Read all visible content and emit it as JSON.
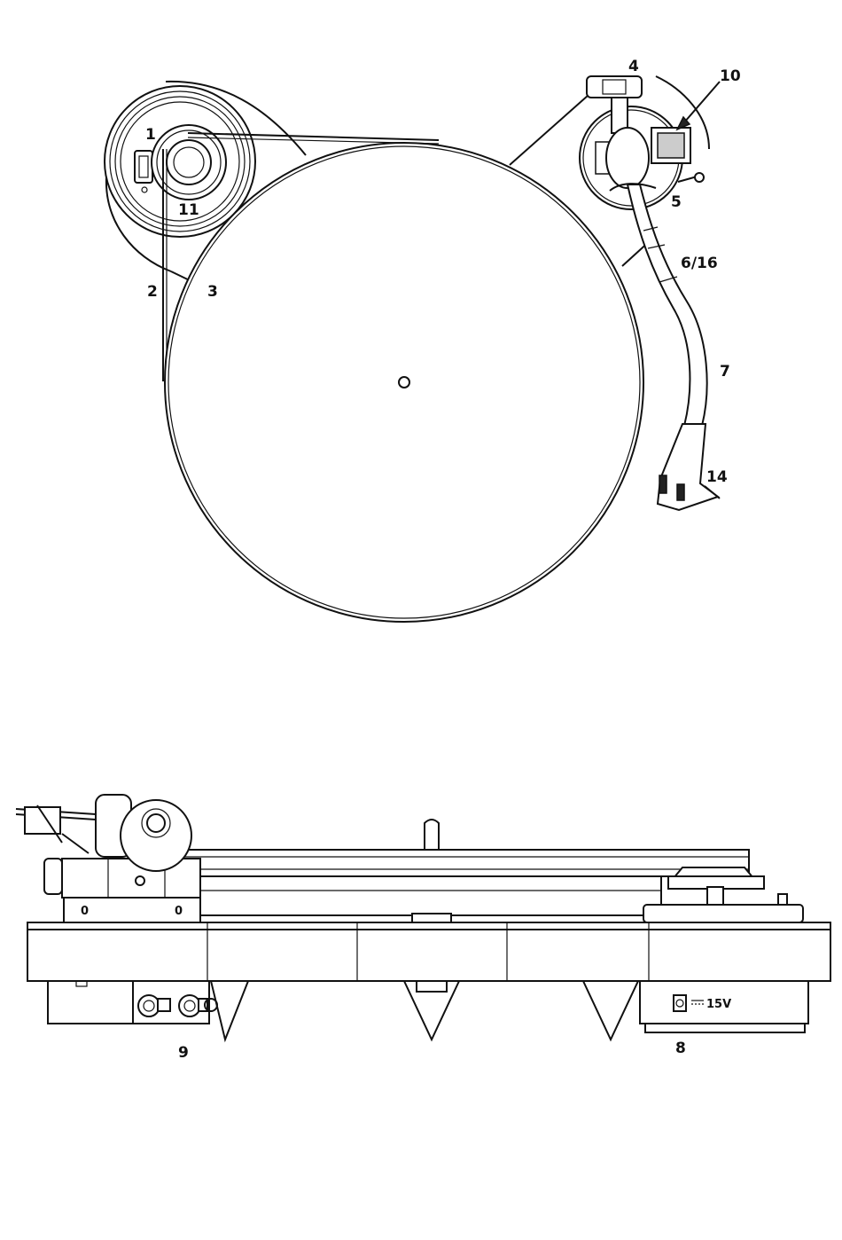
{
  "top_view": {
    "callouts": [
      {
        "id": "on-off-switch",
        "text": "1"
      },
      {
        "id": "drive-belt",
        "text": "2"
      },
      {
        "id": "platter",
        "text": "3"
      },
      {
        "id": "counterweight",
        "text": "4"
      },
      {
        "id": "arm-lift",
        "text": "5"
      },
      {
        "id": "armrest",
        "text": "6/16"
      },
      {
        "id": "tonearm",
        "text": "7"
      },
      {
        "id": "antiskating",
        "text": "10"
      },
      {
        "id": "pulley",
        "text": "11"
      },
      {
        "id": "headshell",
        "text": "14"
      }
    ]
  },
  "side_view": {
    "callouts": [
      {
        "id": "rca-outputs",
        "text": "9"
      },
      {
        "id": "power-socket",
        "text": "8"
      }
    ],
    "power_label": "15V"
  }
}
